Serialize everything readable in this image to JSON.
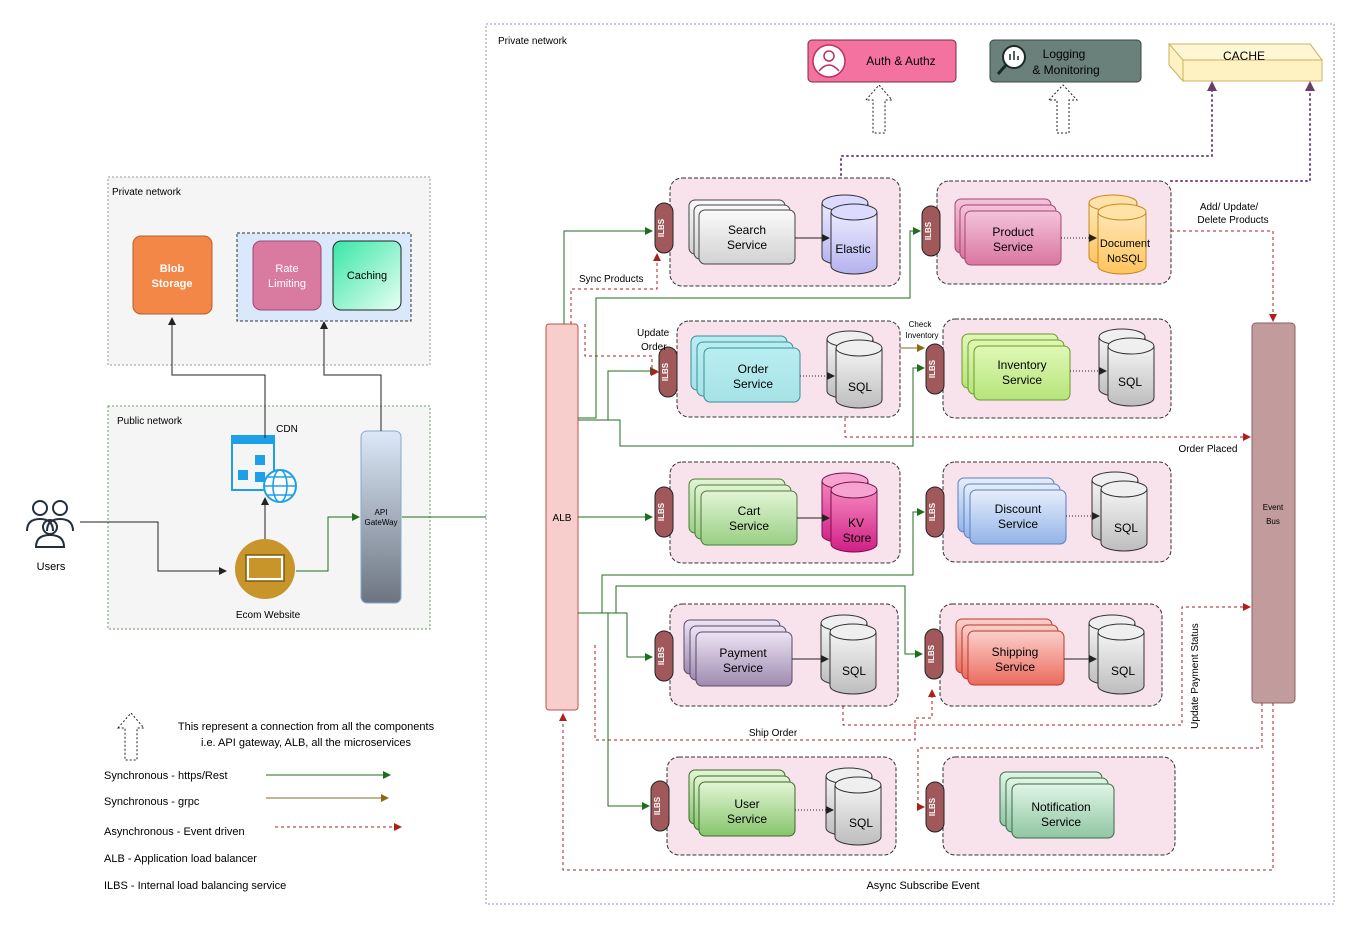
{
  "colors": {
    "sync_https": "#1f6e1f",
    "sync_grpc": "#8a6a14",
    "async": "#b01e1e",
    "dotted_purple": "#7a4a7a",
    "service_box_fill": "#f8e2ec",
    "network_fill": "#f5f5f5"
  },
  "networks": {
    "left_private": "Private network",
    "public": "Public network",
    "main_private": "Private network"
  },
  "left": {
    "users": "Users",
    "blob_l1": "Blob",
    "blob_l2": "Storage",
    "rate_l1": "Rate",
    "rate_l2": "Limiting",
    "caching": "Caching",
    "cdn": "CDN",
    "website": "Ecom Website",
    "api_l1": "API",
    "api_l2": "GateWay"
  },
  "top": {
    "auth": "Auth & Authz",
    "logging_l1": "Logging",
    "logging_l2": "& Monitoring",
    "cache": "CACHE"
  },
  "alb": "ALB",
  "ilbs": "ILBS",
  "event_bus_l1": "Event",
  "event_bus_l2": "Bus",
  "services": {
    "search": [
      "Search",
      "Service"
    ],
    "elastic": "Elastic",
    "product": [
      "Product",
      "Service"
    ],
    "document": [
      "Document",
      "NoSQL"
    ],
    "order": [
      "Order",
      "Service"
    ],
    "inventory": [
      "Inventory",
      "Service"
    ],
    "cart": [
      "Cart",
      "Service"
    ],
    "kv": [
      "KV",
      "Store"
    ],
    "discount": [
      "Discount",
      "Service"
    ],
    "payment": [
      "Payment",
      "Service"
    ],
    "shipping": [
      "Shipping",
      "Service"
    ],
    "user": [
      "User",
      "Service"
    ],
    "notification": [
      "Notification",
      "Service"
    ],
    "sql": "SQL"
  },
  "edge_labels": {
    "sync_products": "Sync Products",
    "update_order_l1": "Update",
    "update_order_l2": "Order",
    "check_inventory_l1": "Check",
    "check_inventory_l2": "Inventory",
    "add_update_l1": "Add/ Update/",
    "add_update_l2": "Delete Products",
    "order_placed": "Order Placed",
    "update_payment_status": "Update Payment Status",
    "ship_order": "Ship Order",
    "async_subscribe": "Async Subscribe Event"
  },
  "legend": {
    "connection_l1": "This represent a connection from all the components",
    "connection_l2": "i.e. API gateway, ALB, all the microservices",
    "sync_https": "Synchronous - https/Rest",
    "sync_grpc": "Synchronous - grpc",
    "async": "Asynchronous - Event driven",
    "alb_def": "ALB - Application load balancer",
    "ilbs_def": "ILBS - Internal load balancing service"
  }
}
